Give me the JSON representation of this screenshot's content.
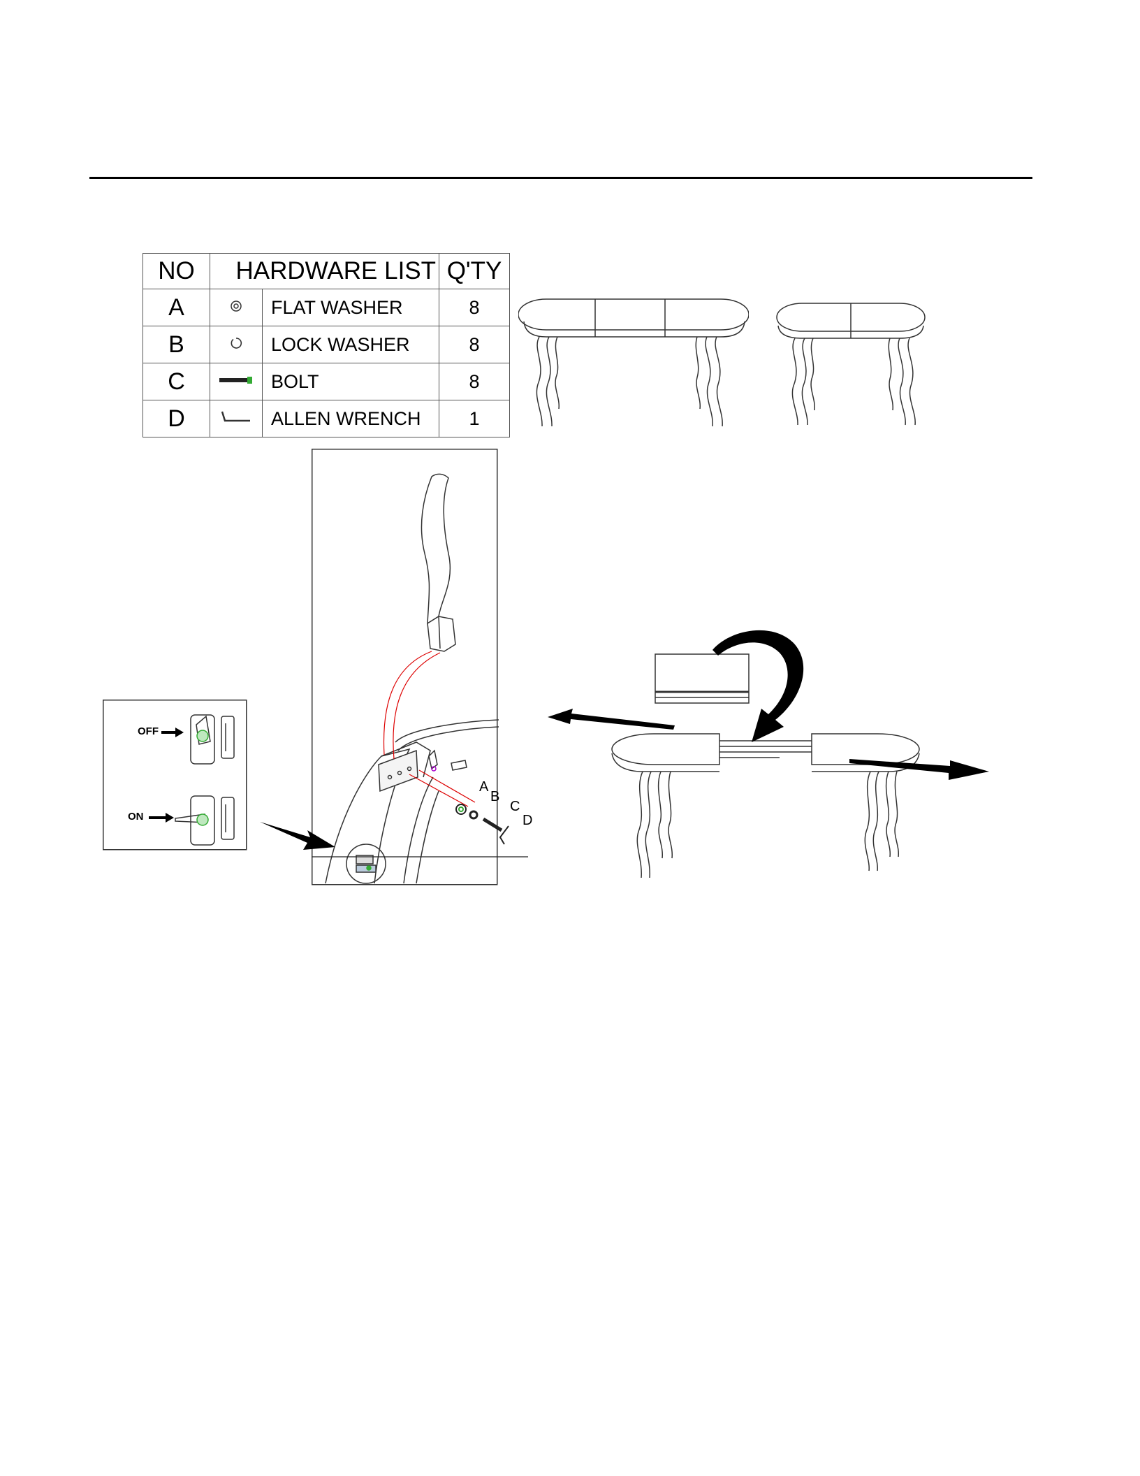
{
  "hardware_table": {
    "headers": {
      "no": "NO",
      "list": "HARDWARE LIST",
      "qty": "Q'TY"
    },
    "rows": [
      {
        "no": "A",
        "name": "FLAT WASHER",
        "qty": "8",
        "icon": "flat-washer-icon"
      },
      {
        "no": "B",
        "name": "LOCK WASHER",
        "qty": "8",
        "icon": "lock-washer-icon"
      },
      {
        "no": "C",
        "name": "BOLT",
        "qty": "8",
        "icon": "bolt-icon"
      },
      {
        "no": "D",
        "name": "ALLEN WRENCH",
        "qty": "1",
        "icon": "allen-wrench-icon"
      }
    ]
  },
  "switch_detail": {
    "off_label": "OFF",
    "on_label": "ON"
  },
  "assembly_callouts": [
    "A",
    "B",
    "C",
    "D"
  ]
}
